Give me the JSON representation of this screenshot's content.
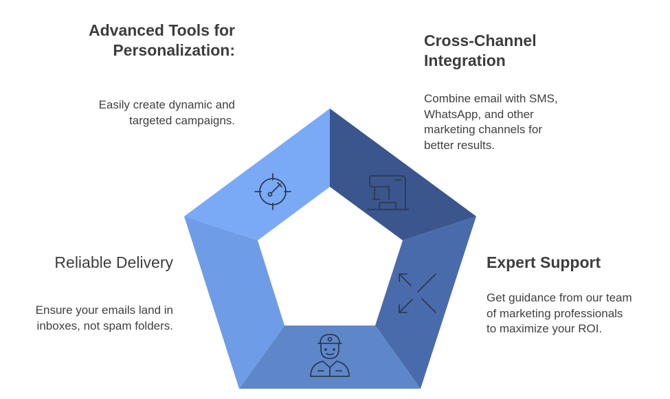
{
  "colors": {
    "top_left": "#7aaaf6",
    "top_right": "#3a568c",
    "right": "#4a6bab",
    "bottom": "#5d87c8",
    "left": "#6e9ce6",
    "icon_stroke": "#2c3a52"
  },
  "sections": {
    "advanced_tools": {
      "title_line1": "Advanced Tools for",
      "title_line2": "Personalization:",
      "desc_line1": "Easily create dynamic and",
      "desc_line2": "targeted campaigns.",
      "icon": "target-icon"
    },
    "cross_channel": {
      "title_line1": "Cross-Channel",
      "title_line2": "Integration",
      "desc_line1": "Combine email with SMS,",
      "desc_line2": "WhatsApp, and other",
      "desc_line3": "marketing channels for",
      "desc_line4": "better results.",
      "icon": "sewing-machine-icon"
    },
    "expert_support": {
      "title": "Expert Support",
      "desc_line1": "Get guidance from our team",
      "desc_line2": "of marketing professionals",
      "desc_line3": "to maximize your ROI.",
      "icon": "expand-arrows-icon"
    },
    "reliable_delivery": {
      "title": "Reliable Delivery",
      "desc_line1": "Ensure your emails land in",
      "desc_line2": "inboxes, not spam folders.",
      "icon": "delivery-person-icon"
    }
  }
}
